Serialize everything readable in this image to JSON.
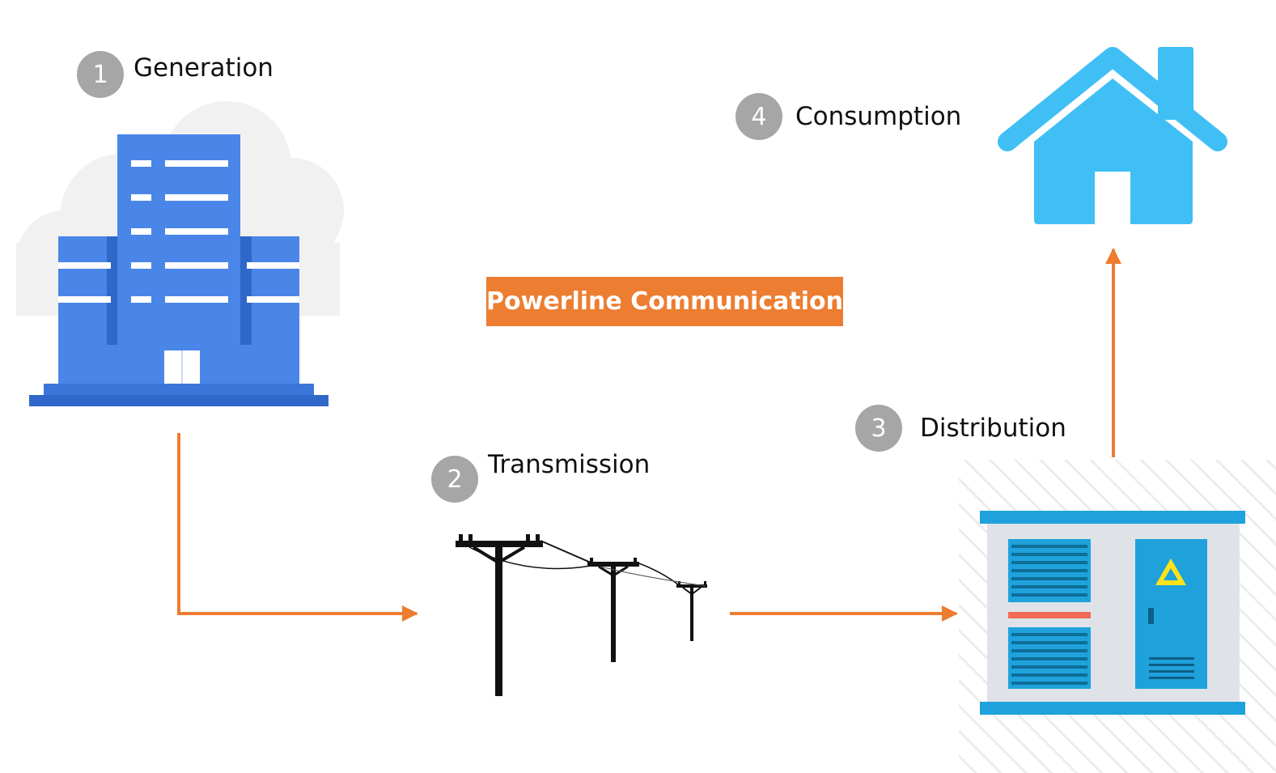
{
  "colors": {
    "arrow": "#ed7d31",
    "badge": "#a6a6a6",
    "building": "#4a86e8",
    "house": "#40bff5",
    "cabinet": "#1fa2dc"
  },
  "center_label": "Powerline Communication",
  "steps": [
    {
      "number": "1",
      "label": "Generation",
      "icon": "office-building-icon"
    },
    {
      "number": "2",
      "label": "Transmission",
      "icon": "power-line-icon"
    },
    {
      "number": "3",
      "label": "Distribution",
      "icon": "substation-cabinet-icon"
    },
    {
      "number": "4",
      "label": "Consumption",
      "icon": "house-icon"
    }
  ],
  "arrows": [
    {
      "from": "Generation",
      "to": "Transmission"
    },
    {
      "from": "Transmission",
      "to": "Distribution"
    },
    {
      "from": "Distribution",
      "to": "Consumption"
    }
  ]
}
